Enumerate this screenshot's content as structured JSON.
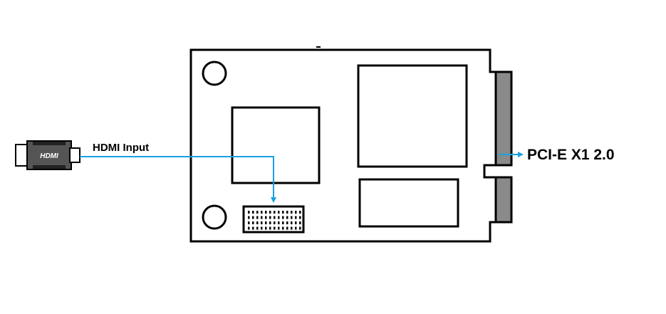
{
  "labels": {
    "hdmi_input": "HDMI Input",
    "pcie": "PCI-E X1 2.0",
    "hdmi_logo": "HDMI"
  },
  "colors": {
    "outline": "#000000",
    "signal": "#1aa0e0",
    "connector_fill": "#8a8a8a",
    "cable_body": "#555555",
    "cable_band": "#222222",
    "logo_text": "#ffffff"
  }
}
